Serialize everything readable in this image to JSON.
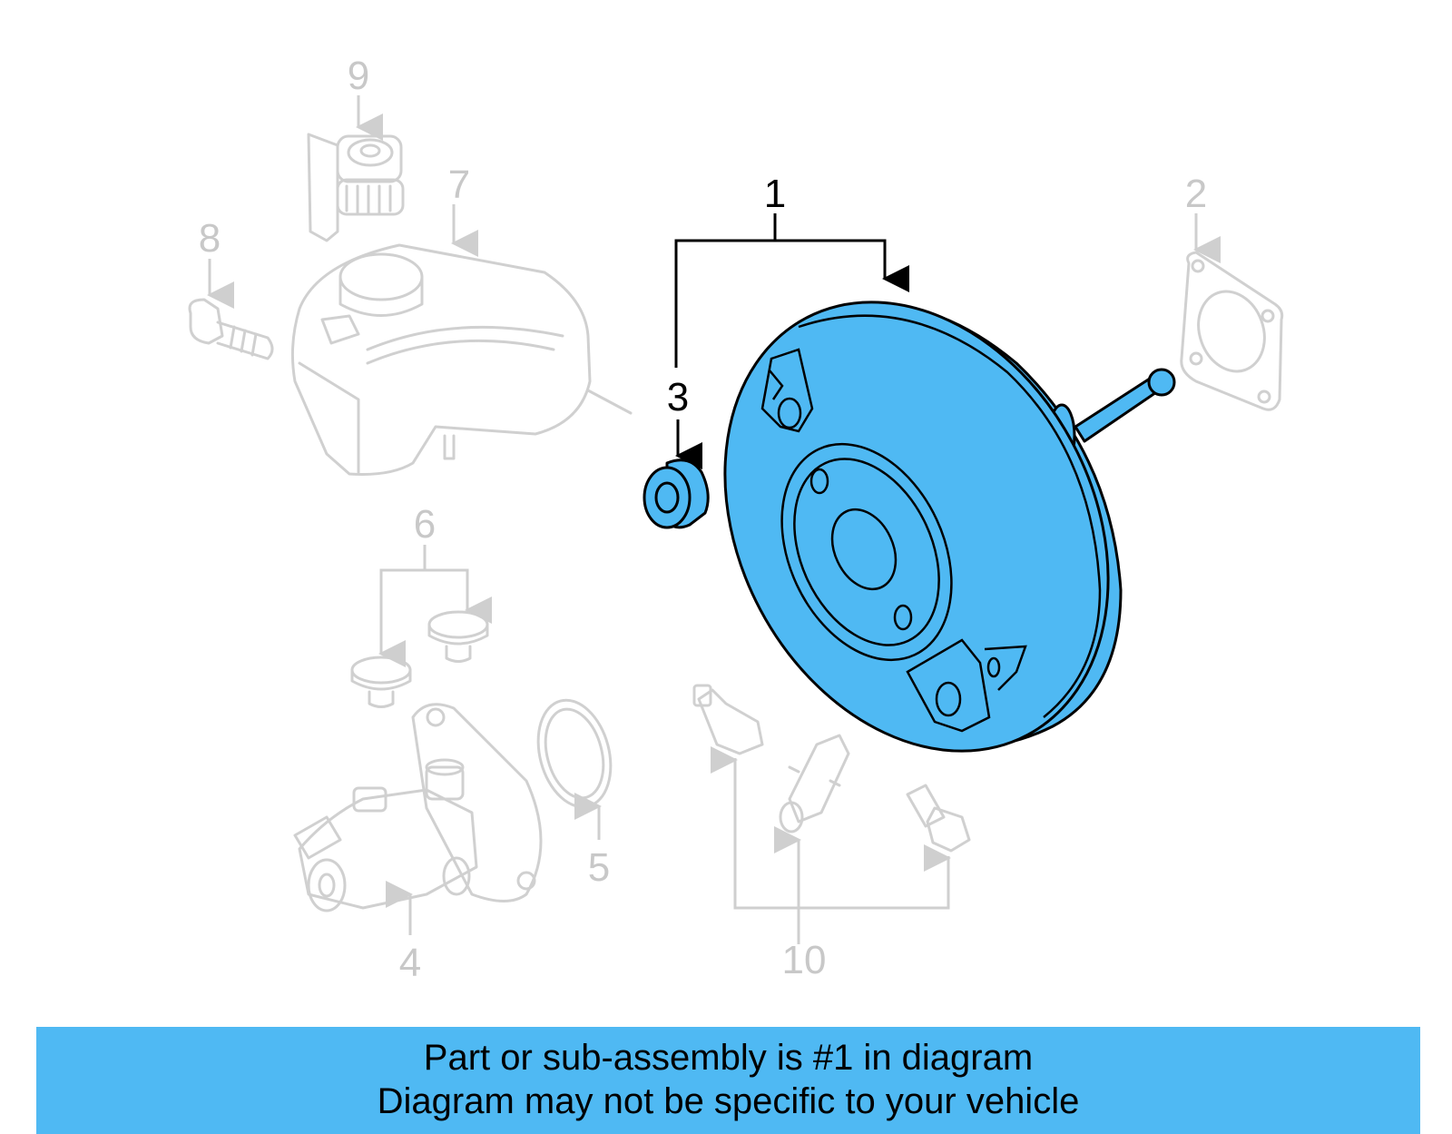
{
  "callouts": {
    "c1": "1",
    "c2": "2",
    "c3": "3",
    "c4": "4",
    "c5": "5",
    "c6": "6",
    "c7": "7",
    "c8": "8",
    "c9": "9",
    "c10": "10"
  },
  "banner": {
    "line1": "Part or sub-assembly is #1 in diagram",
    "line2": "Diagram may not be specific to your vehicle"
  },
  "colors": {
    "highlight": "#4fb9f3",
    "ghost": "#d0d0d0"
  }
}
